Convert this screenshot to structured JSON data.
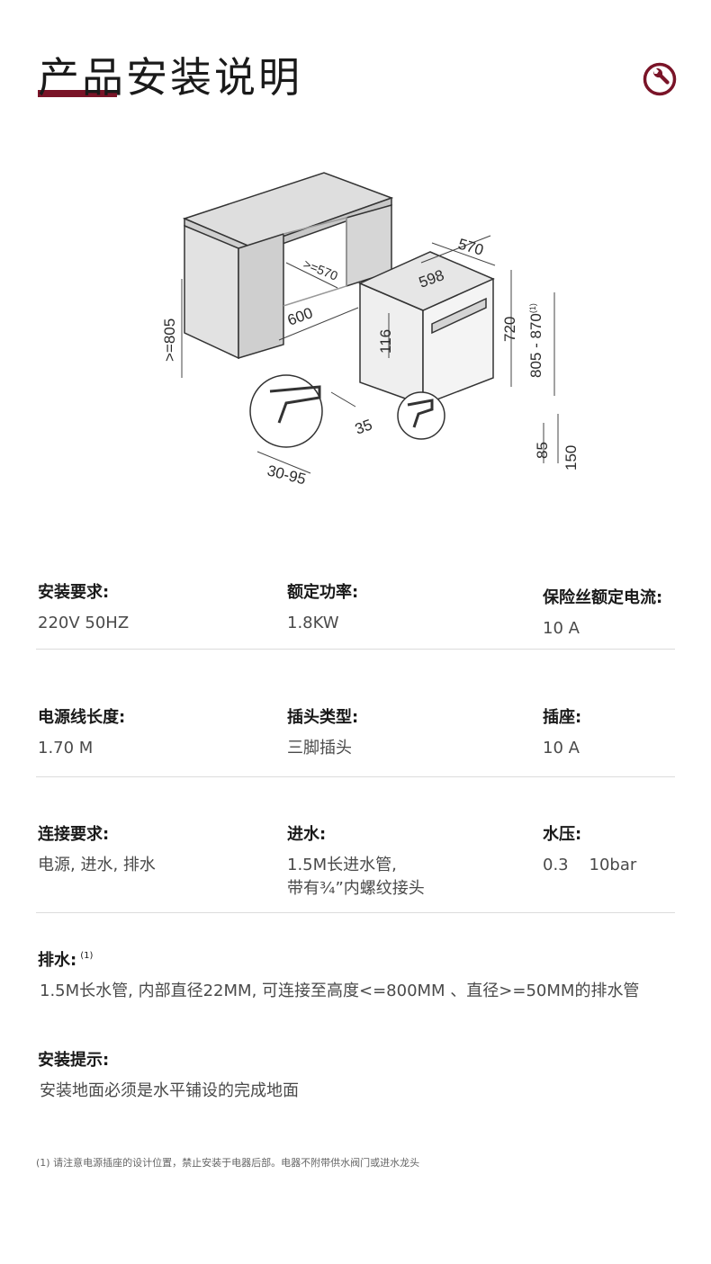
{
  "header": {
    "title": "产品安装说明",
    "icon": "wrench-icon",
    "accent_color": "#7a1428"
  },
  "diagram": {
    "dimensions": {
      "d570_top": "570",
      "d598": "598",
      "d570_cab": ">=570",
      "d600": "600",
      "d805": ">=805",
      "d116": "116",
      "d720": "720",
      "d805_870": "805 - 870",
      "d805_870_sup": "(1)",
      "d35": "35",
      "d85": "85",
      "d150": "150",
      "d30_95": "30-95"
    }
  },
  "specs": {
    "install_req": {
      "label": "安装要求:",
      "value": "220V 50HZ"
    },
    "rated_power": {
      "label": "额定功率:",
      "value": "1.8KW"
    },
    "fuse_current": {
      "label": "保险丝额定电流:",
      "value": "10 A"
    },
    "cord_length": {
      "label": "电源线长度:",
      "value": "1.70 M"
    },
    "plug_type": {
      "label": "插头类型:",
      "value": "三脚插头"
    },
    "socket": {
      "label": "插座:",
      "value": "10 A"
    },
    "connection": {
      "label": "连接要求:",
      "value": "电源, 进水, 排水"
    },
    "water_inlet": {
      "label": "进水:",
      "value_line1": "1.5M长进水管,",
      "value_line2": "带有¾”内螺纹接头"
    },
    "water_pressure": {
      "label": "水压:",
      "value": "0.3    10bar"
    },
    "drain": {
      "label": "排水:",
      "sup": "(1)",
      "value": "1.5M长水管, 内部直径22MM, 可连接至高度<=800MM 、直径>=50MM的排水管"
    },
    "install_tip": {
      "label": "安装提示:",
      "value": "安装地面必须是水平铺设的完成地面"
    }
  },
  "footnote": "(1)  请注意电源插座的设计位置，禁止安装于电器后部。电器不附带供水阀门或进水龙头"
}
